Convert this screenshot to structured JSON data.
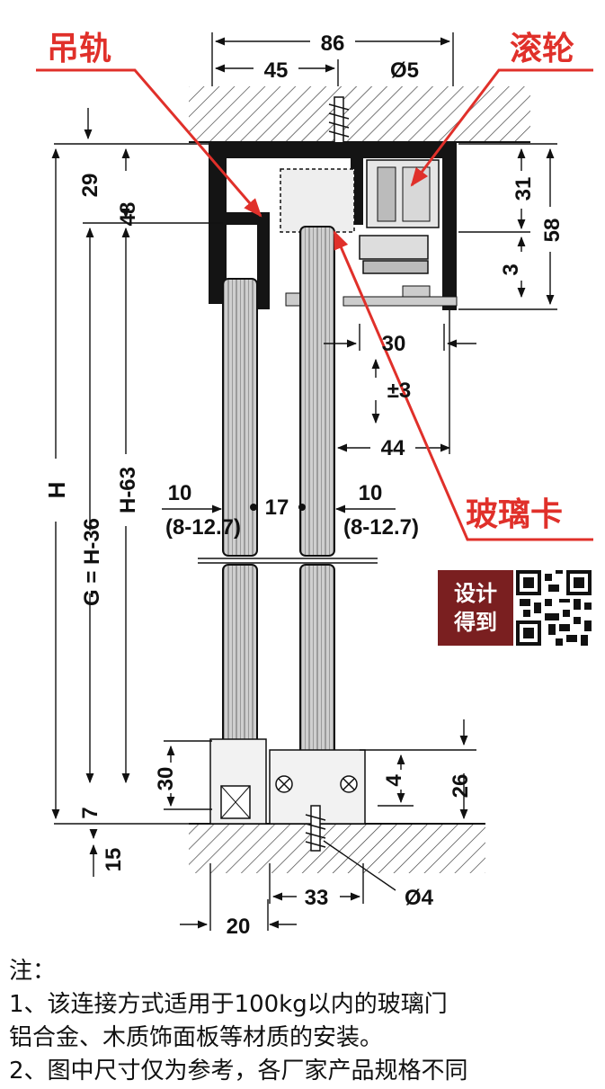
{
  "callouts": {
    "rail": "吊轨",
    "roller": "滚轮",
    "glass_clip": "玻璃卡"
  },
  "dimensions": {
    "width_86": "86",
    "width_45": "45",
    "dia_5": "Ø5",
    "h_29": "29",
    "h_48": "48",
    "h_31": "31",
    "h_58": "58",
    "h_3": "3",
    "w_30": "30",
    "adj_3": "±3",
    "w_44": "44",
    "total_h": "H",
    "g": "G = H-36",
    "h63": "H-63",
    "left_10": "10",
    "left_range": "(8-12.7)",
    "mid_17": "17",
    "right_10": "10",
    "right_range": "(8-12.7)",
    "bottom_30": "30",
    "bottom_4": "4",
    "bottom_26": "26",
    "bottom_7": "7",
    "bottom_15": "15",
    "bottom_33": "33",
    "dia_4": "Ø4",
    "bottom_20": "20"
  },
  "badge": {
    "line1": "设计",
    "line2": "得到"
  },
  "notes": {
    "heading": "注：",
    "line1": "1、该连接方式适用于100kg以内的玻璃门",
    "line2": "铝合金、木质饰面板等材质的安装。",
    "line3": "2、图中尺寸仅为参考，各厂家产品规格不同"
  },
  "colors": {
    "callout_red": "#e0302a",
    "rail_black": "#141414",
    "badge_red": "#7a1f20"
  }
}
